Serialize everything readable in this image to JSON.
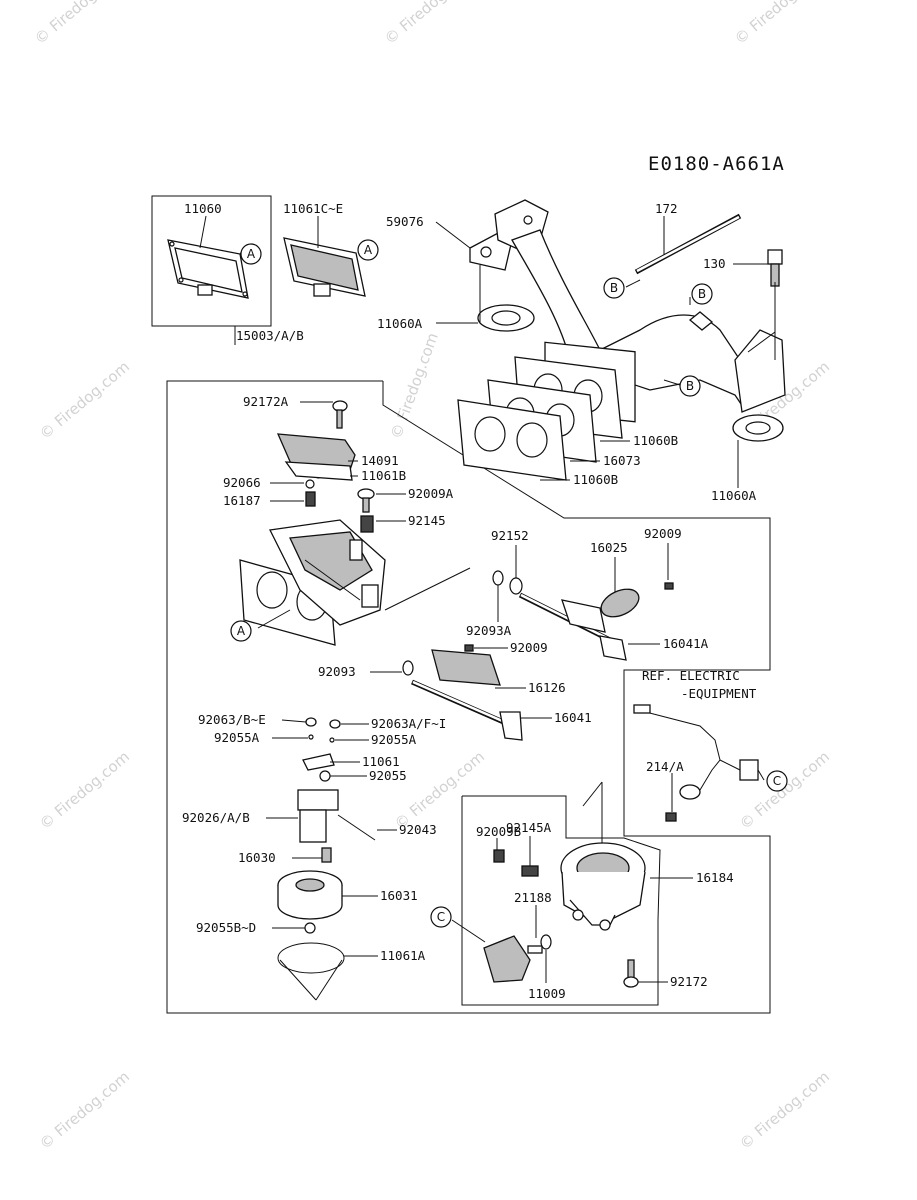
{
  "diagram_code": "E0180-A661A",
  "watermarks": [
    "© Firedog.com",
    "© Firedog.com",
    "© Firedog.com",
    "© Firedog.com",
    "© Firedog.com",
    "© Firedog.com",
    "© Firedog.com",
    "© Firedog.com",
    "© Firedog.com",
    "© Firedog.com",
    "© Firedog.com"
  ],
  "ref_note": [
    "REF. ELECTRIC",
    "-EQUIPMENT"
  ],
  "callouts": [
    "A",
    "A",
    "A",
    "B",
    "B",
    "B",
    "C",
    "C"
  ],
  "parts": {
    "p11060": "11060",
    "p11061c_e": "11061C~E",
    "p15003": "15003/A/B",
    "p59076": "59076",
    "p172": "172",
    "p130": "130",
    "p11060a_top": "11060A",
    "p11060a_right": "11060A",
    "p11060b_1": "11060B",
    "p16073": "16073",
    "p11060b_2": "11060B",
    "p92172a": "92172A",
    "p14091": "14091",
    "p11061b": "11061B",
    "p92066": "92066",
    "p16187": "16187",
    "p92009a": "92009A",
    "p92145": "92145",
    "p92152": "92152",
    "p16025": "16025",
    "p92009_top": "92009",
    "p92093a": "92093A",
    "p16041a": "16041A",
    "p92009_mid": "92009",
    "p92093": "92093",
    "p16126": "16126",
    "p92063b_e": "92063/B~E",
    "p92063a_f_i": "92063A/F~I",
    "p16041": "16041",
    "p92055a_l": "92055A",
    "p92055a_r": "92055A",
    "p11061": "11061",
    "p92055": "92055",
    "p92026": "92026/A/B",
    "p92043": "92043",
    "p214a": "214/A",
    "p16030": "16030",
    "p92009b": "92009B",
    "p92145a": "92145A",
    "p16184": "16184",
    "p16031": "16031",
    "p21188": "21188",
    "p92055b_d": "92055B~D",
    "p11061a": "11061A",
    "p11009": "11009",
    "p92172": "92172"
  }
}
